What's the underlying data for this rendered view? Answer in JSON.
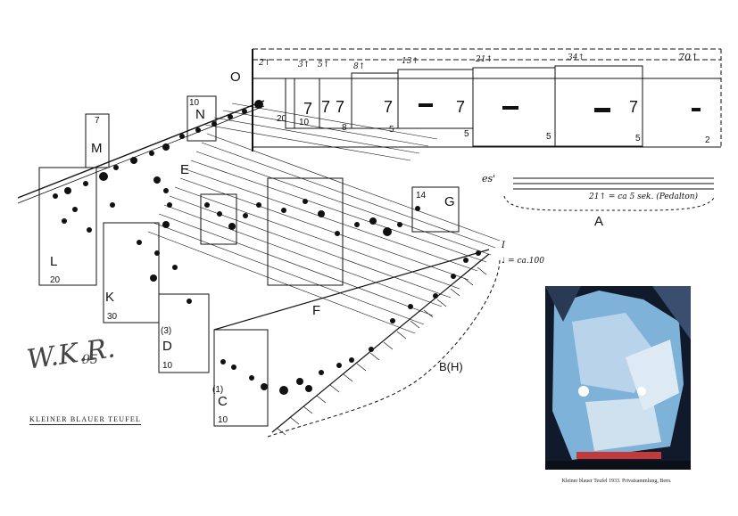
{
  "colors": {
    "ink": "#111111",
    "paper": "#ffffff",
    "painting_blue": "#7fb2d8",
    "painting_dark": "#101a2a",
    "painting_red": "#c23a3a"
  },
  "labels": {
    "O": "O",
    "N": "N",
    "M": "M",
    "L": "L",
    "K": "K",
    "D": "D",
    "C": "C",
    "E": "E",
    "F": "F",
    "G": "G",
    "A": "A",
    "B": "B(H)",
    "es": "es'",
    "I": "I"
  },
  "numbers": {
    "n_N": "10",
    "n_M": "7",
    "n_L": "20",
    "n_K": "30",
    "n_D": "10",
    "n_C": "10",
    "n_G": "14",
    "box20": "20",
    "box10": "10",
    "box8": "8",
    "box5a": "5",
    "box5b": "5",
    "box5c": "5",
    "box5d": "5",
    "box2": "2",
    "d3": "(3)",
    "c1": "(1)"
  },
  "top_markers": [
    "2↑",
    "3↑",
    "5↑",
    "8↑",
    "13↑",
    "21↑",
    "34↑",
    "70↑"
  ],
  "annotations": {
    "tempo": "♩ = ca.100",
    "pedal": "21↑ = ca 5 sek. (Pedalton)"
  },
  "title": "KLEINER BLAUER TEUFEL",
  "signature": "W.K.R.",
  "signature_year": "95",
  "caption": "Kleiner blauer Teufel 1933. Privatsammlung, Bern."
}
